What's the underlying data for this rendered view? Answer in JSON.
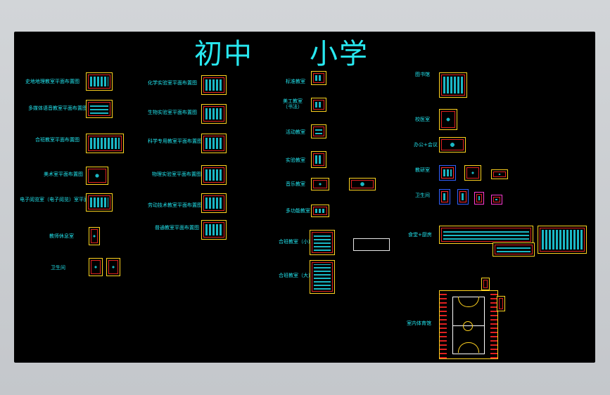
{
  "titles": {
    "junior": "初中",
    "primary": "小学"
  },
  "left_col_labels": [
    "史地地理教室平面布置图",
    "多媒体语音教室平面布置图",
    "合班教室平面布置图",
    "美术室平面布置图",
    "电子阅览室（电子阅览）室平面布置图",
    "教师休息室",
    "卫生间"
  ],
  "mid_col_labels": [
    "化学实验室平面布置图",
    "生物实验室平面布置图",
    "科学专用教室平面布置图",
    "物理实验室平面布置图",
    "劳动技术教室平面布置图",
    "普通教室平面布置图"
  ],
  "primary_labels": [
    "标准教室",
    "美工教室（书法）",
    "活动教室",
    "实验教室",
    "音乐教室",
    "多功能教室",
    "合班教室（小）",
    "合班教室（大）"
  ],
  "right_labels": [
    "图书馆",
    "校医室",
    "办公+会议",
    "教研室",
    "卫生间",
    "食堂+厨房",
    "室内体育馆"
  ],
  "colors": {
    "cyan": "#22e4ee",
    "yellow": "#ffd21f",
    "red": "#e02020",
    "canvas": "#000000"
  }
}
